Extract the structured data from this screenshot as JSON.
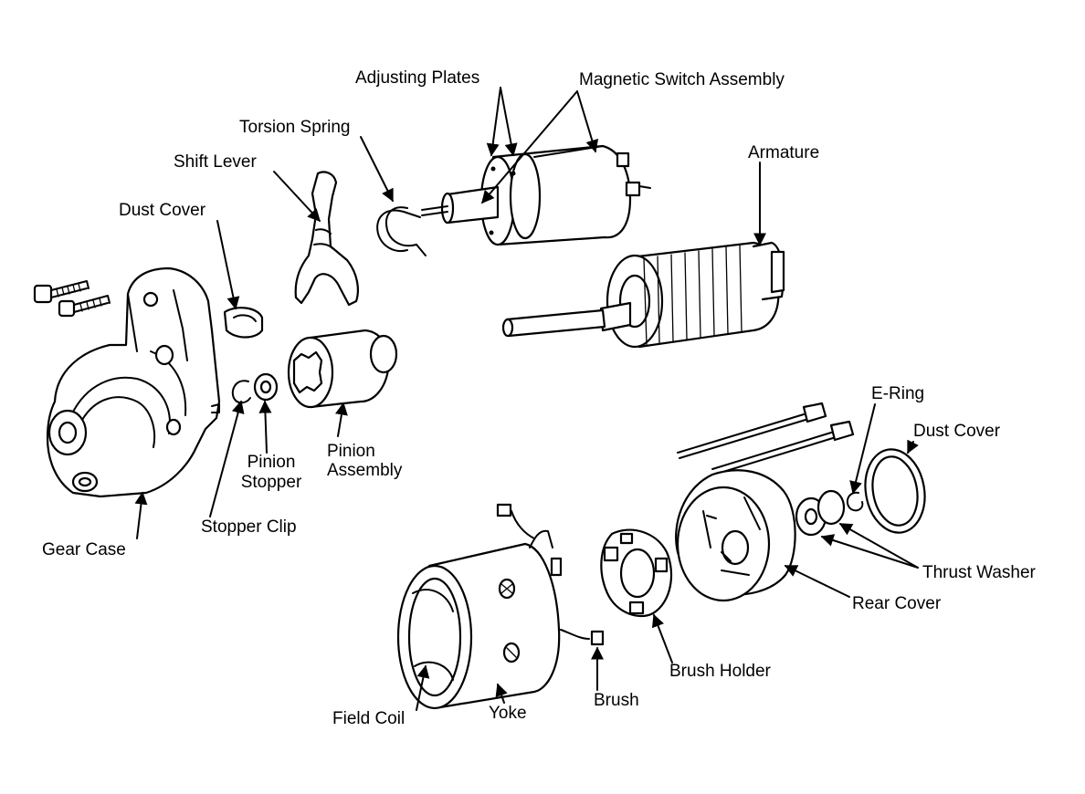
{
  "labels": {
    "adjusting_plates": "Adjusting Plates",
    "magnetic_switch_assembly": "Magnetic Switch Assembly",
    "torsion_spring": "Torsion Spring",
    "shift_lever": "Shift Lever",
    "dust_cover_top": "Dust Cover",
    "armature": "Armature",
    "pinion_stopper_1": "Pinion",
    "pinion_stopper_2": "Stopper",
    "pinion_assembly_1": "Pinion",
    "pinion_assembly_2": "Assembly",
    "stopper_clip": "Stopper Clip",
    "gear_case": "Gear Case",
    "e_ring": "E-Ring",
    "dust_cover_right": "Dust Cover",
    "thrust_washer": "Thrust Washer",
    "rear_cover": "Rear Cover",
    "brush_holder": "Brush Holder",
    "brush": "Brush",
    "yoke": "Yoke",
    "field_coil": "Field Coil"
  }
}
